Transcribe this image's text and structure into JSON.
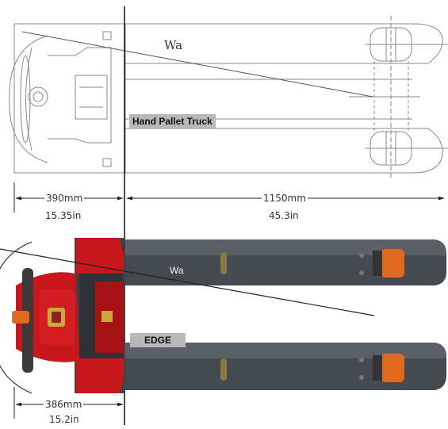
{
  "top": {
    "title": "Hand Pallet Truck",
    "wa_label": "Wa",
    "dim_left": {
      "mm": "390mm",
      "in": "15.35in"
    },
    "dim_right": {
      "mm": "1150mm",
      "in": "45.3in"
    }
  },
  "bottom": {
    "title": "EDGE",
    "wa_label": "Wa",
    "dim_left": {
      "mm": "386mm",
      "in": "15.2in"
    }
  },
  "colors": {
    "fork": "#454a50",
    "fork_top": "#5a6066",
    "red_body": "#c8171b",
    "orange_roller": "#e06a1e",
    "outline": "#7a7a7a"
  }
}
